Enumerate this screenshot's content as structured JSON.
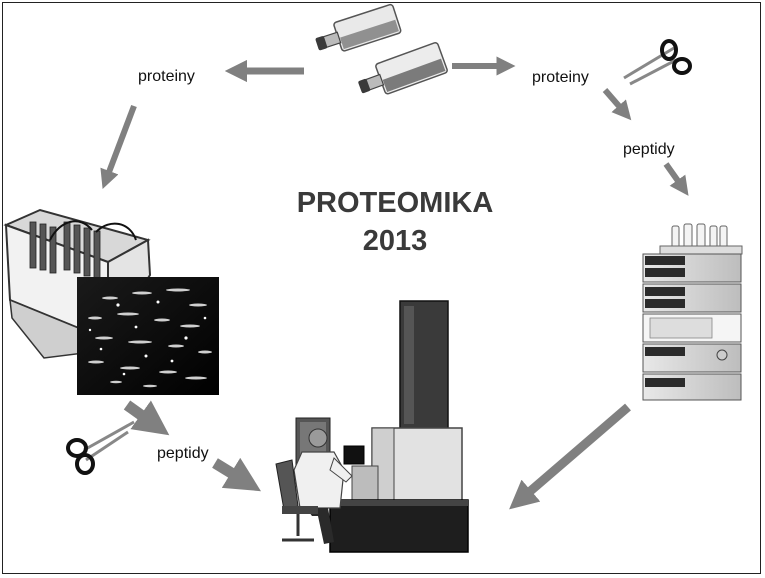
{
  "title": {
    "line1": "PROTEOMIKA",
    "line2": "2013"
  },
  "labels": {
    "proteins_left": "proteiny",
    "proteins_right": "proteiny",
    "peptides_right": "peptidy",
    "peptides_left": "peptidy"
  },
  "colors": {
    "arrow": "#808080",
    "title": "#3a3a3a",
    "background": "#ffffff"
  },
  "icons": [
    "cell-culture-flasks-icon",
    "scissors-icon",
    "gel-electrophoresis-tank-icon",
    "2d-gel-image-icon",
    "hplc-stack-icon",
    "mass-spectrometer-icon"
  ]
}
